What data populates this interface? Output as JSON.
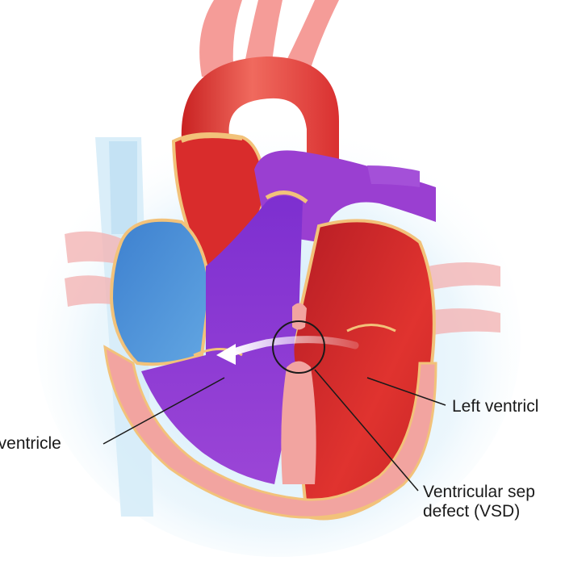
{
  "labels": {
    "right_ventricle": "t ventricle",
    "left_ventricle": "Left ventricl",
    "vsd_line1": "Ventricular sep",
    "vsd_line2": "defect (VSD)"
  },
  "colors": {
    "background": "#ffffff",
    "aorta": "#e23a3a",
    "pulmonary_artery": "#9a3fd1",
    "right_ventricle": "#8e3bd4",
    "left_ventricle": "#d42a2a",
    "right_atrium": "#4a8fd6",
    "myocardium": "#f2a4a0",
    "valve_outline": "#f2c27a",
    "vena_cava": "#cfe6f5",
    "arrow": "#ffffff",
    "leader_line": "#1a1a1a"
  },
  "icons": {
    "shunt_arrow": "arrow-left-icon",
    "defect_marker": "circle-marker-icon"
  }
}
